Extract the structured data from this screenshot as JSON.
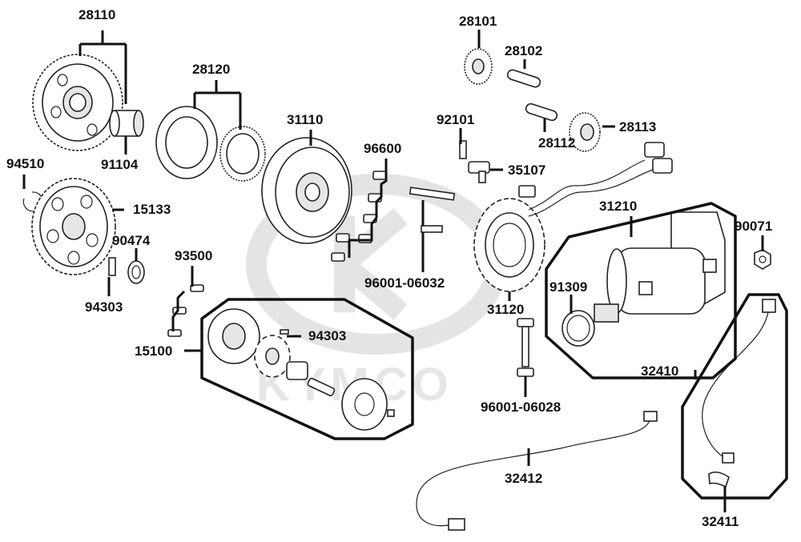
{
  "diagram": {
    "watermark": "KYMCO",
    "part_numbers": {
      "p28110": "28110",
      "p91104": "91104",
      "p94510": "94510",
      "p15133": "15133",
      "p90474": "90474",
      "p94303a": "94303",
      "p28120": "28120",
      "p31110": "31110",
      "p96600": "96600",
      "p93500": "93500",
      "p15100": "15100",
      "p94303b": "94303",
      "p28101": "28101",
      "p28102": "28102",
      "p92101": "92101",
      "p28113": "28113",
      "p28112": "28112",
      "p35107": "35107",
      "p96001_06032": "96001-06032",
      "p31120": "31120",
      "p31210": "31210",
      "p90071": "90071",
      "p91309": "91309",
      "p32410": "32410",
      "p96001_06028": "96001-06028",
      "p32412": "32412",
      "p32411": "32411"
    }
  }
}
